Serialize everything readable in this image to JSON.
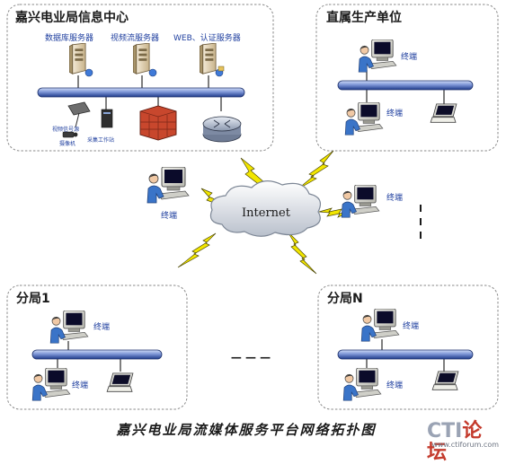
{
  "diagram": {
    "caption": "嘉兴电业局流媒体服务平台网络拓扑图",
    "center_group": {
      "title": "嘉兴电业局信息中心",
      "servers": [
        "数据库服务器",
        "视频流服务器",
        "WEB、认证服务器"
      ],
      "devices": [
        "视频信号源",
        "摄像机",
        "采集工作站"
      ]
    },
    "groups": {
      "direct": "直属生产单位",
      "branch1": "分局1",
      "branchN": "分局N"
    },
    "terminal_label": "终端",
    "internet_label": "Internet",
    "ellipsis": "— — —",
    "vertical_ellipsis": "|",
    "colors": {
      "bus_start": "#1e3a8a",
      "bus_mid": "#9fb6ea",
      "lightning": "#f2e600",
      "group_border": "#8a8a8a",
      "label_blue": "#1f3f9f"
    }
  },
  "logo": {
    "brand_main": "CTI",
    "brand_accent": "论坛",
    "site": "www.ctiforum.com"
  }
}
